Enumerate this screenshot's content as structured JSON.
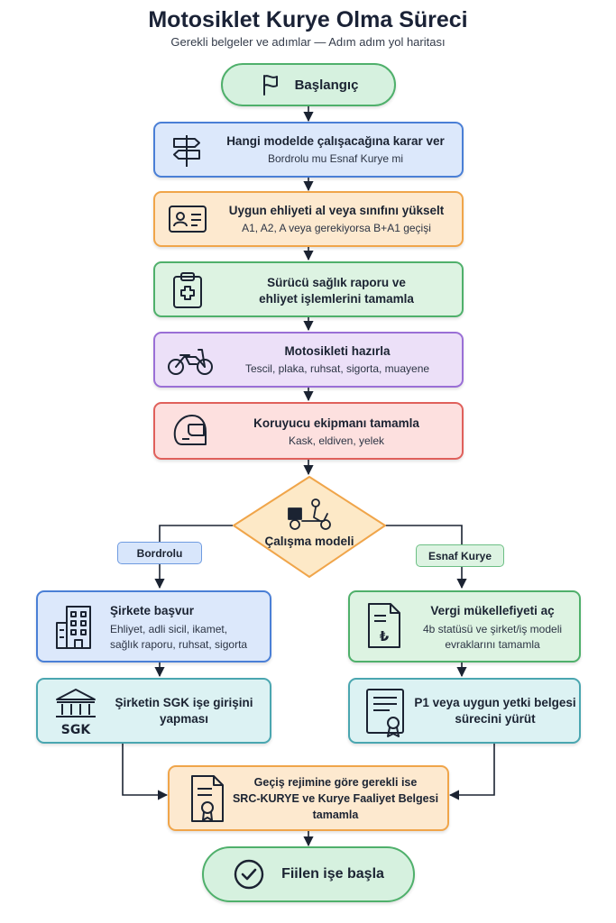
{
  "header": {
    "title": "Motosiklet Kurye Olma Süreci",
    "subtitle": "Gerekli belgeler ve adımlar — Adım adım yol haritası"
  },
  "start": {
    "label": "Başlangıç",
    "icon": "flag-icon"
  },
  "steps": [
    {
      "title": "Hangi modelde çalışacağına karar ver",
      "desc": "Bordrolu mu Esnaf Kurye mi",
      "icon": "signpost-icon",
      "color": "#4a7fd6"
    },
    {
      "title": "Uygun ehliyeti al veya sınıfını yükselt",
      "desc": "A1, A2, A veya gerekiyorsa B+A1 geçişi",
      "icon": "license-card-icon",
      "color": "#f0a54a"
    },
    {
      "title_line1": "Sürücü sağlık raporu ve",
      "title_line2": "ehliyet işlemlerini tamamla",
      "icon": "medical-clipboard-icon",
      "color": "#4fb06b"
    },
    {
      "title": "Motosikleti hazırla",
      "desc": "Tescil, plaka, ruhsat, sigorta, muayene",
      "icon": "motorcycle-icon",
      "color": "#9a6fd6"
    },
    {
      "title": "Koruyucu ekipmanı tamamla",
      "desc": "Kask, eldiven, yelek",
      "icon": "helmet-icon",
      "color": "#e0605b"
    }
  ],
  "decision": {
    "label": "Çalışma modeli",
    "icon": "delivery-scooter-icon"
  },
  "branches": {
    "left_label": "Bordrolu",
    "right_label": "Esnaf Kurye"
  },
  "left_steps": [
    {
      "title": "Şirkete başvur",
      "desc_line1": "Ehliyet, adli sicil, ikamet,",
      "desc_line2": "sağlık raporu, ruhsat, sigorta",
      "icon": "building-icon"
    },
    {
      "title_line1": "Şirketin SGK işe girişini",
      "title_line2": "yapması",
      "icon": "sgk-institution-icon",
      "icon_text": "SGK"
    }
  ],
  "right_steps": [
    {
      "title": "Vergi mükellefiyeti aç",
      "desc_line1": "4b statüsü ve şirket/iş modeli",
      "desc_line2": "evraklarını tamamla",
      "icon": "tax-document-lira-icon",
      "icon_text": "₺"
    },
    {
      "title_line1": "P1 veya uygun yetki belgesi",
      "title_line2": "sürecini yürüt",
      "icon": "certificate-icon"
    }
  ],
  "merge": {
    "line1": "Geçiş rejimine göre gerekli ise",
    "line2": "SRC-KURYE ve Kurye Faaliyet Belgesi",
    "line3": "tamamla",
    "icon": "certificate-document-icon"
  },
  "end": {
    "label": "Fiilen işe başla",
    "icon": "check-circle-icon"
  }
}
